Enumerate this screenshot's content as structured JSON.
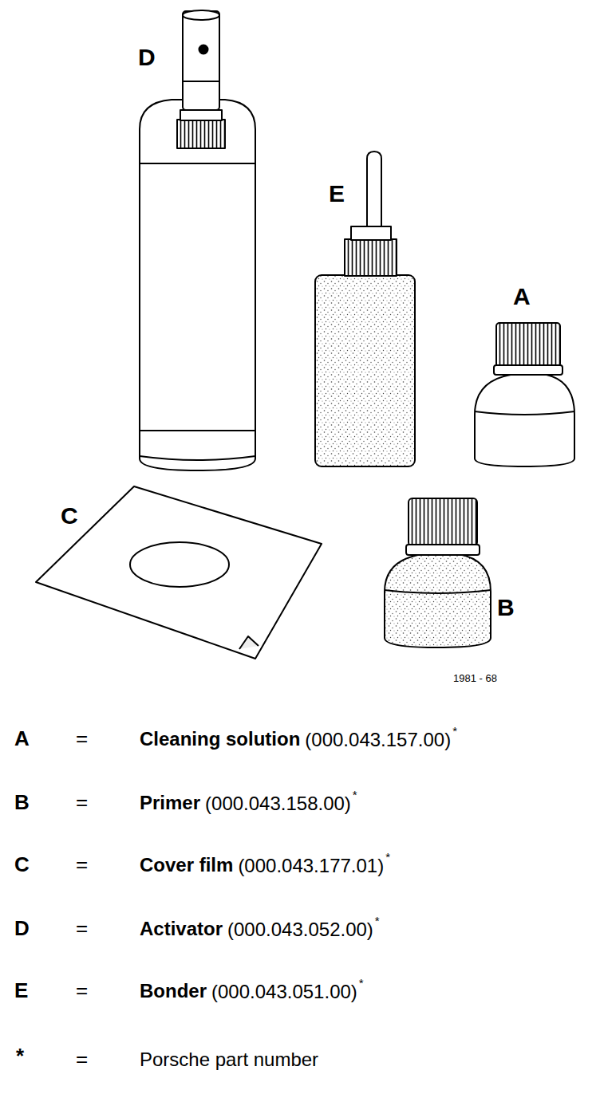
{
  "diagram": {
    "labels": [
      "D",
      "E",
      "A",
      "C",
      "B",
      "1981 - 68",
      "A",
      "=",
      "Cleaning solution",
      "(000.043.157.00)",
      "*",
      "B",
      "=",
      "Primer",
      "(000.043.158.00)",
      "*",
      "C",
      "=",
      "Cover film",
      "(000.043.177.01)",
      "*",
      "D",
      "=",
      "Activator",
      "(000.043.052.00)",
      "*",
      "E",
      "=",
      "Bonder",
      "(000.043.051.00)",
      "*",
      "*",
      "=",
      "Porsche part number"
    ]
  }
}
